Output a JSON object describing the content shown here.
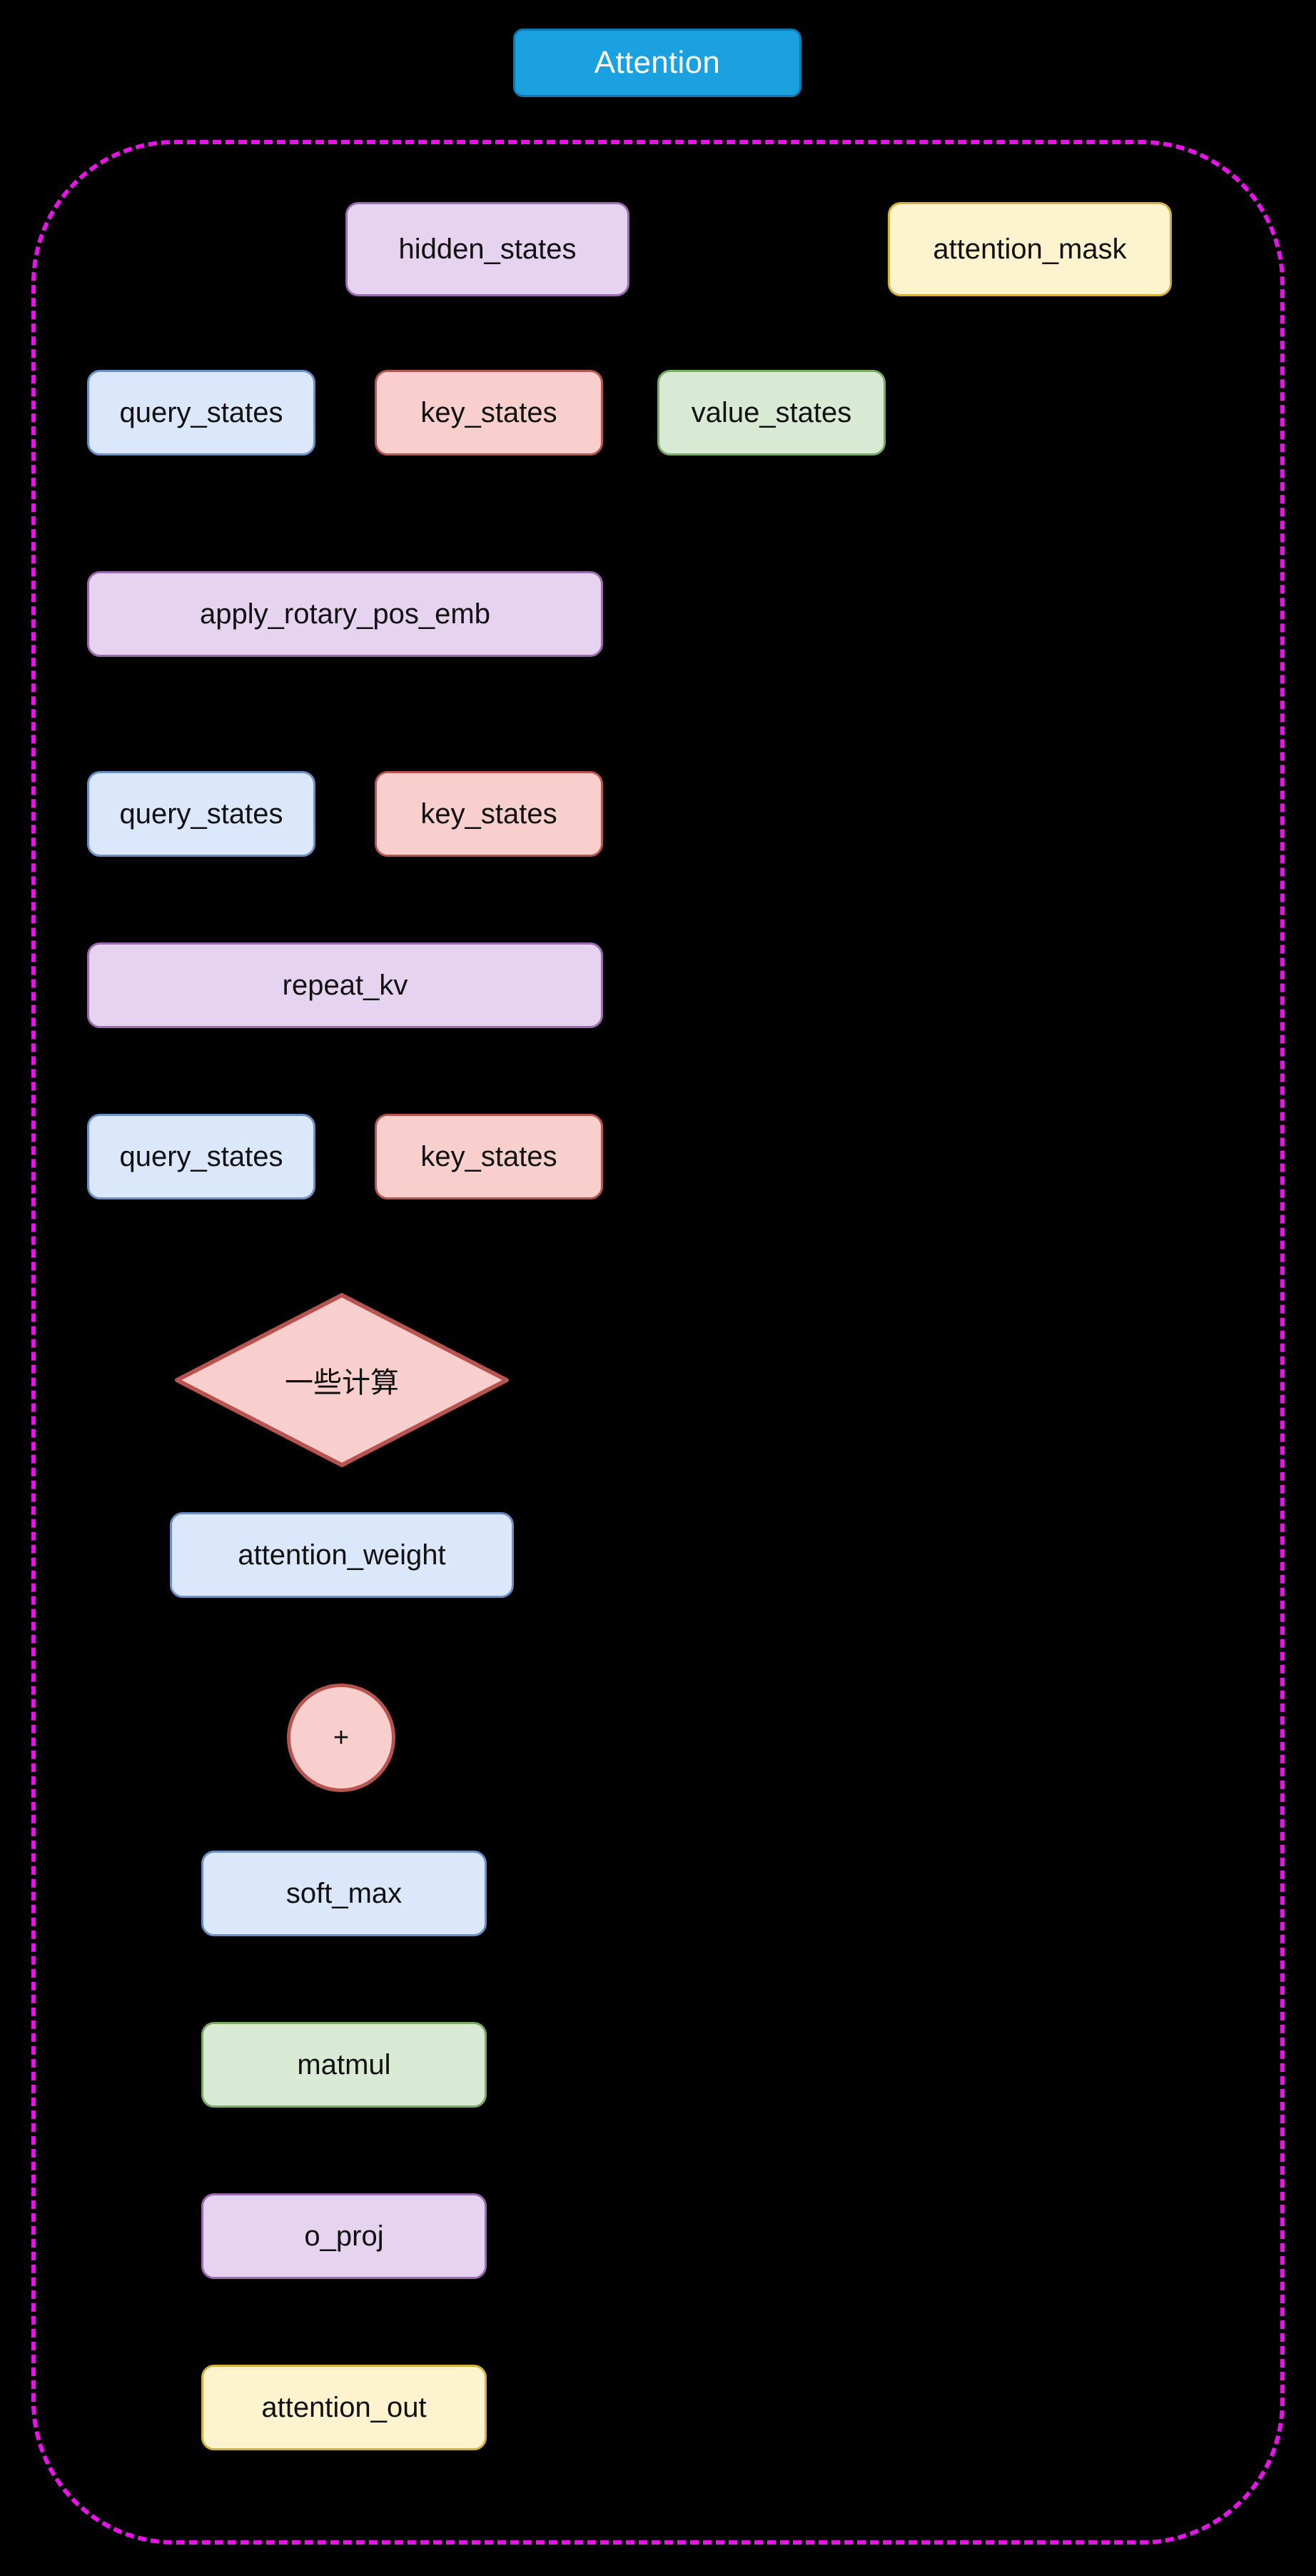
{
  "diagram": {
    "background_color": "#000000",
    "title": {
      "label": "Attention",
      "fill": "#1ba0e0",
      "stroke": "#0a7cb5",
      "text_color": "#ffffff"
    },
    "subgraph": {
      "name": "attention-subgraph",
      "border_color": "#e713e7",
      "border_style": "dashed"
    },
    "nodes": [
      {
        "id": "hidden_states",
        "label": "hidden_states",
        "shape": "rounded-rect",
        "fill": "#e5d3ef",
        "stroke": "#9b6cb0"
      },
      {
        "id": "attention_mask",
        "label": "attention_mask",
        "shape": "rounded-rect",
        "fill": "#fdf4cf",
        "stroke": "#d6b23c"
      },
      {
        "id": "query_states_1",
        "label": "query_states",
        "shape": "rounded-rect",
        "fill": "#dbe8fb",
        "stroke": "#6b90c8"
      },
      {
        "id": "key_states_1",
        "label": "key_states",
        "shape": "rounded-rect",
        "fill": "#f8cfcd",
        "stroke": "#b85450"
      },
      {
        "id": "value_states",
        "label": "value_states",
        "shape": "rounded-rect",
        "fill": "#d8ead3",
        "stroke": "#7aab64"
      },
      {
        "id": "apply_rotary_pos_emb",
        "label": "apply_rotary_pos_emb",
        "shape": "rounded-rect",
        "fill": "#e5d3ef",
        "stroke": "#9b6cb0"
      },
      {
        "id": "query_states_2",
        "label": "query_states",
        "shape": "rounded-rect",
        "fill": "#dbe8fb",
        "stroke": "#6b90c8"
      },
      {
        "id": "key_states_2",
        "label": "key_states",
        "shape": "rounded-rect",
        "fill": "#f8cfcd",
        "stroke": "#b85450"
      },
      {
        "id": "repeat_kv",
        "label": "repeat_kv",
        "shape": "rounded-rect",
        "fill": "#e5d3ef",
        "stroke": "#9b6cb0"
      },
      {
        "id": "query_states_3",
        "label": "query_states",
        "shape": "rounded-rect",
        "fill": "#dbe8fb",
        "stroke": "#6b90c8"
      },
      {
        "id": "key_states_3",
        "label": "key_states",
        "shape": "rounded-rect",
        "fill": "#f8cfcd",
        "stroke": "#b85450"
      },
      {
        "id": "some_calculation",
        "label": "一些计算",
        "shape": "diamond",
        "fill": "#f8cfcd",
        "stroke": "#b85450"
      },
      {
        "id": "attention_weight",
        "label": "attention_weight",
        "shape": "rounded-rect",
        "fill": "#dbe8fb",
        "stroke": "#6b90c8"
      },
      {
        "id": "add_op",
        "label": "+",
        "shape": "circle",
        "fill": "#f8cfcd",
        "stroke": "#b85450"
      },
      {
        "id": "soft_max",
        "label": "soft_max",
        "shape": "rounded-rect",
        "fill": "#dbe8fb",
        "stroke": "#6b90c8"
      },
      {
        "id": "matmul",
        "label": "matmul",
        "shape": "rounded-rect",
        "fill": "#d8ead3",
        "stroke": "#7aab64"
      },
      {
        "id": "o_proj",
        "label": "o_proj",
        "shape": "rounded-rect",
        "fill": "#e5d3ef",
        "stroke": "#9b6cb0"
      },
      {
        "id": "attention_out",
        "label": "attention_out",
        "shape": "rounded-rect",
        "fill": "#fdf4cf",
        "stroke": "#d6b23c"
      }
    ]
  }
}
